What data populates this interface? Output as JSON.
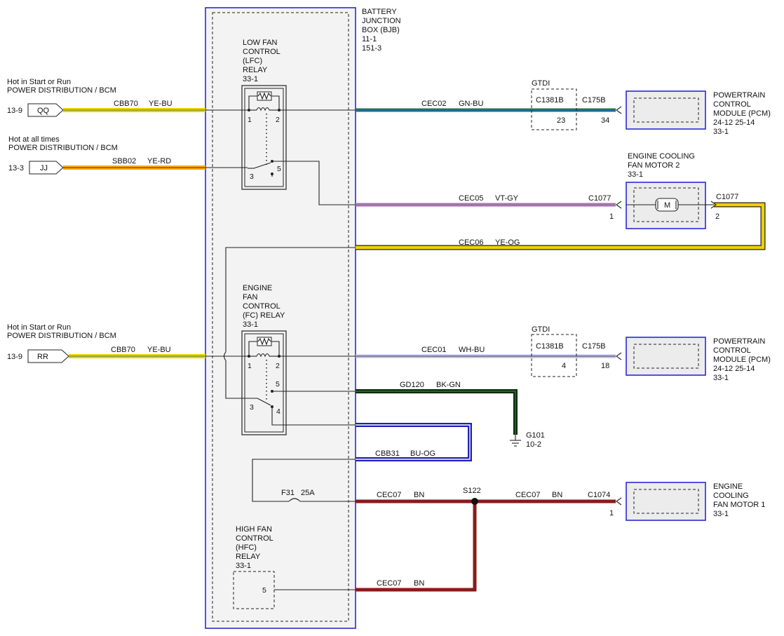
{
  "bjb": {
    "lines": [
      "BATTERY",
      "JUNCTION",
      "BOX (BJB)",
      "11-1",
      "151-3"
    ]
  },
  "relays": {
    "lfc": {
      "lines": [
        "LOW FAN",
        "CONTROL",
        "(LFC)",
        "RELAY",
        "33-1"
      ],
      "pins": [
        "1",
        "2",
        "3",
        "5"
      ]
    },
    "fc": {
      "lines": [
        "ENGINE",
        "FAN",
        "CONTROL",
        "(FC) RELAY",
        "33-1"
      ],
      "pins": [
        "1",
        "2",
        "5",
        "3",
        "4"
      ]
    },
    "hfc": {
      "lines": [
        "HIGH FAN",
        "CONTROL",
        "(HFC)",
        "RELAY",
        "33-1"
      ],
      "pin": "5"
    }
  },
  "sources": [
    {
      "desc1": "Hot in Start or Run",
      "desc2": "POWER DISTRIBUTION / BCM",
      "ref": "13-9",
      "tag": "QQ",
      "circuit": "CBB70",
      "color": "YE-BU"
    },
    {
      "desc1": "Hot at all times",
      "desc2": "POWER DISTRIBUTION / BCM",
      "ref": "13-3",
      "tag": "JJ",
      "circuit": "SBB02",
      "color": "YE-RD"
    },
    {
      "desc1": "Hot in Start or Run",
      "desc2": "POWER DISTRIBUTION / BCM",
      "ref": "13-9",
      "tag": "RR",
      "circuit": "CBB70",
      "color": "YE-BU"
    }
  ],
  "wires": {
    "cec02": {
      "circuit": "CEC02",
      "color": "GN-BU"
    },
    "cec05": {
      "circuit": "CEC05",
      "color": "VT-GY"
    },
    "cec06": {
      "circuit": "CEC06",
      "color": "YE-OG"
    },
    "cec01": {
      "circuit": "CEC01",
      "color": "WH-BU"
    },
    "gd120": {
      "circuit": "GD120",
      "color": "BK-GN"
    },
    "cbb31": {
      "circuit": "CBB31",
      "color": "BU-OG"
    },
    "cec07a": {
      "circuit": "CEC07",
      "color": "BN"
    },
    "cec07b": {
      "circuit": "CEC07",
      "color": "BN"
    },
    "cec07c": {
      "circuit": "CEC07",
      "color": "BN"
    }
  },
  "gtdi": [
    {
      "title": "GTDI",
      "connector": "C1381B",
      "pin": "23"
    },
    {
      "title": "GTDI",
      "connector": "C1381B",
      "pin": "4"
    }
  ],
  "pcm": [
    {
      "connector": "C175B",
      "pin": "34",
      "lines": [
        "POWERTRAIN",
        "CONTROL",
        "MODULE (PCM)",
        "24-12      25-14",
        "33-1"
      ]
    },
    {
      "connector": "C175B",
      "pin": "18",
      "lines": [
        "POWERTRAIN",
        "CONTROL",
        "MODULE (PCM)",
        "24-12      25-14",
        "33-1"
      ]
    }
  ],
  "fan2": {
    "lines": [
      "ENGINE COOLING",
      "FAN MOTOR 2",
      "33-1"
    ],
    "motor": "M",
    "left_connector": "C1077",
    "left_pin": "1",
    "right_connector": "C1077",
    "right_pin": "2"
  },
  "fan1": {
    "lines": [
      "ENGINE",
      "COOLING",
      "FAN MOTOR 1",
      "33-1"
    ],
    "connector": "C1074",
    "pin": "1"
  },
  "fuse": {
    "label": "F31",
    "rating": "25A"
  },
  "splice": "S122",
  "ground": {
    "label": "G101",
    "ref": "10-2"
  },
  "colors": {
    "ye_bu": "#e8d400",
    "ye_bu_stripe": "#7a9a3a",
    "ye_rd": "#e8b400",
    "ye_rd_stripe": "#e04010",
    "gn_bu": "#1f7a5a",
    "vt_gy": "#c060d0",
    "ye_og": "#f0d000",
    "wh_bu": "#b8b8e8",
    "bk_gn": "#0d2a0d",
    "bu_og": "#2020b0",
    "bn": "#8b1a1a",
    "box_border": "#2a2ad8",
    "box_fill": "#ececec"
  }
}
